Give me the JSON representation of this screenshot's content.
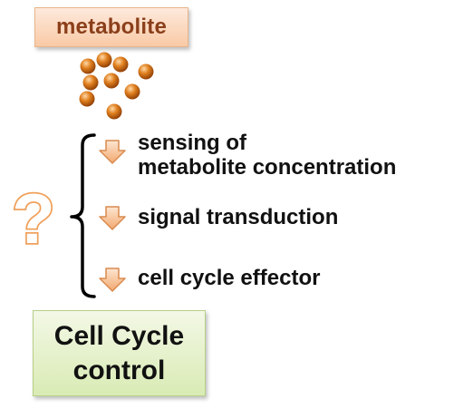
{
  "metabolite_box": {
    "label": "metabolite"
  },
  "unknown_mark": {
    "symbol": "?"
  },
  "steps": [
    {
      "lines": [
        "sensing of",
        "metabolite concentration"
      ]
    },
    {
      "lines": [
        "signal transduction"
      ]
    },
    {
      "lines": [
        "cell cycle effector"
      ]
    }
  ],
  "target_box": {
    "lines": [
      "Cell Cycle",
      "control"
    ]
  },
  "colors": {
    "metabolite_text": "#8b3f1a",
    "metabolite_box_fill": "#f9caa6",
    "molecule": "#d9731a",
    "question_mark": "#f0a05a",
    "arrow_fill": "#f7c49b",
    "arrow_stroke": "#d98a4e",
    "target_box_fill": "#d9ebb4"
  }
}
